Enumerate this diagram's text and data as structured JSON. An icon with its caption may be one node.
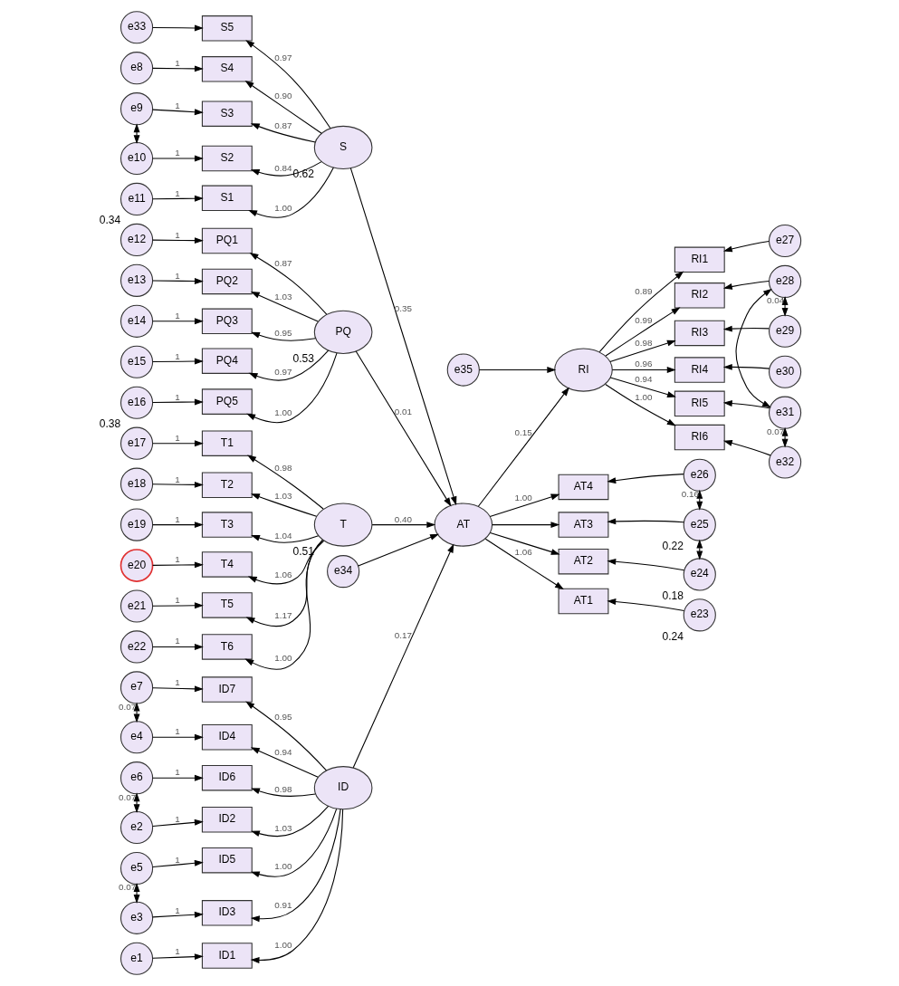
{
  "diagram": {
    "nodes": [
      {
        "text": [
          "ID"
        ]
      },
      {
        "text": [
          "ID7"
        ]
      },
      {
        "text": [
          "ID6"
        ]
      },
      {
        "text": [
          "ID5"
        ]
      },
      {
        "text": [
          "ID4"
        ]
      },
      {
        "text": [
          "ID3"
        ]
      },
      {
        "text": [
          "ID2"
        ]
      },
      {
        "text": [
          "ID1"
        ]
      },
      {
        "text": [
          "e7"
        ]
      },
      {
        "text": [
          "e6"
        ]
      },
      {
        "text": [
          "e5"
        ]
      },
      {
        "text": [
          "e4"
        ]
      },
      {
        "text": [
          "e3"
        ]
      },
      {
        "text": [
          "e2"
        ]
      },
      {
        "text": [
          "e1"
        ]
      },
      {
        "text": [
          "S"
        ],
        "beside": [
          "0.62"
        ]
      },
      {
        "text": [
          "S5"
        ]
      },
      {
        "text": [
          "S4"
        ]
      },
      {
        "text": [
          "S3"
        ]
      },
      {
        "text": [
          "S2"
        ]
      },
      {
        "text": [
          "S1"
        ]
      },
      {
        "text": [
          "e33"
        ]
      },
      {
        "text": [
          "e8"
        ]
      },
      {
        "text": [
          "e9"
        ]
      },
      {
        "text": [
          "e10"
        ]
      },
      {
        "text": [
          "e11"
        ],
        "beside": [
          "0.34"
        ]
      },
      {
        "text": [
          "PQ"
        ],
        "beside": [
          "0.53"
        ]
      },
      {
        "text": [
          "PQ1"
        ]
      },
      {
        "text": [
          "PQ2"
        ]
      },
      {
        "text": [
          "PQ3"
        ]
      },
      {
        "text": [
          "PQ4"
        ]
      },
      {
        "text": [
          "PQ5"
        ]
      },
      {
        "text": [
          "e12"
        ]
      },
      {
        "text": [
          "e13"
        ]
      },
      {
        "text": [
          "e14"
        ]
      },
      {
        "text": [
          "e15"
        ]
      },
      {
        "text": [
          "e16"
        ],
        "beside": [
          "0.38"
        ]
      },
      {
        "text": [
          "T"
        ],
        "beside": [
          "0.51"
        ]
      },
      {
        "text": [
          "T1"
        ]
      },
      {
        "text": [
          "T2"
        ]
      },
      {
        "text": [
          "T3"
        ]
      },
      {
        "text": [
          "T4"
        ]
      },
      {
        "text": [
          "T5"
        ]
      },
      {
        "text": [
          "T6"
        ]
      },
      {
        "text": [
          "e17"
        ]
      },
      {
        "text": [
          "e18"
        ]
      },
      {
        "text": [
          "e19"
        ]
      },
      {
        "text": [
          "e20"
        ]
      },
      {
        "text": [
          "e21"
        ]
      },
      {
        "text": [
          "e22"
        ]
      },
      {
        "text": [
          "AT"
        ]
      },
      {
        "text": [
          "AT4"
        ]
      },
      {
        "text": [
          "AT3"
        ]
      },
      {
        "text": [
          "AT2"
        ]
      },
      {
        "text": [
          "AT1"
        ]
      },
      {
        "text": [
          "e26"
        ]
      },
      {
        "text": [
          "e25"
        ],
        "beside": [
          "0.22"
        ]
      },
      {
        "text": [
          "e24"
        ],
        "beside": [
          "0.18"
        ]
      },
      {
        "text": [
          "e23"
        ],
        "beside": [
          "0.24"
        ]
      },
      {
        "text": [
          "e34"
        ]
      },
      {
        "text": [
          "RI"
        ]
      },
      {
        "text": [
          "e35"
        ]
      },
      {
        "text": [
          "RI1"
        ]
      },
      {
        "text": [
          "RI2"
        ]
      },
      {
        "text": [
          "RI3"
        ]
      },
      {
        "text": [
          "RI4"
        ]
      },
      {
        "text": [
          "RI5"
        ]
      },
      {
        "text": [
          "RI6"
        ]
      },
      {
        "text": [
          "e27"
        ]
      },
      {
        "text": [
          "e28"
        ]
      },
      {
        "text": [
          "e29"
        ]
      },
      {
        "text": [
          "e30"
        ]
      },
      {
        "text": [
          "e31"
        ]
      },
      {
        "text": [
          "e32"
        ]
      }
    ],
    "edges": [
      {
        "from": 0,
        "to": 1,
        "arrow": "to",
        "label": "0.95"
      },
      {
        "from": 0,
        "to": 2,
        "arrow": "to",
        "label": "0.98"
      },
      {
        "from": 0,
        "to": 3,
        "arrow": "to",
        "label": "1.00"
      },
      {
        "from": 0,
        "to": 4,
        "arrow": "to",
        "label": "0.94"
      },
      {
        "from": 0,
        "to": 5,
        "arrow": "to",
        "label": "0.91"
      },
      {
        "from": 0,
        "to": 6,
        "arrow": "to",
        "label": "1.03"
      },
      {
        "from": 0,
        "to": 7,
        "arrow": "to",
        "label": "1.00"
      },
      {
        "from": 8,
        "to": 1,
        "arrow": "to",
        "label": "1"
      },
      {
        "from": 9,
        "to": 2,
        "arrow": "to",
        "label": "1"
      },
      {
        "from": 10,
        "to": 3,
        "arrow": "to",
        "label": "1"
      },
      {
        "from": 11,
        "to": 4,
        "arrow": "to",
        "label": "1"
      },
      {
        "from": 12,
        "to": 5,
        "arrow": "to",
        "label": "1"
      },
      {
        "from": 13,
        "to": 6,
        "arrow": "to",
        "label": "1"
      },
      {
        "from": 14,
        "to": 7,
        "arrow": "to",
        "label": "1"
      },
      {
        "from": 8,
        "to": 11,
        "arrow": "both",
        "label": "0.07"
      },
      {
        "from": 9,
        "to": 13,
        "arrow": "both",
        "label": "0.07"
      },
      {
        "from": 10,
        "to": 12,
        "arrow": "both",
        "label": "0.07"
      },
      {
        "from": 15,
        "to": 16,
        "arrow": "to",
        "label": "0.97"
      },
      {
        "from": 15,
        "to": 17,
        "arrow": "to",
        "label": "0.90"
      },
      {
        "from": 15,
        "to": 18,
        "arrow": "to",
        "label": "0.87"
      },
      {
        "from": 15,
        "to": 19,
        "arrow": "to",
        "label": "0.84"
      },
      {
        "from": 15,
        "to": 20,
        "arrow": "to",
        "label": "1.00"
      },
      {
        "from": 21,
        "to": 16,
        "arrow": "to"
      },
      {
        "from": 22,
        "to": 17,
        "arrow": "to",
        "label": "1"
      },
      {
        "from": 23,
        "to": 18,
        "arrow": "to",
        "label": "1"
      },
      {
        "from": 24,
        "to": 19,
        "arrow": "to",
        "label": "1"
      },
      {
        "from": 25,
        "to": 20,
        "arrow": "to",
        "label": "1"
      },
      {
        "from": 23,
        "to": 24,
        "arrow": "both"
      },
      {
        "from": 26,
        "to": 27,
        "arrow": "to",
        "label": "0.87"
      },
      {
        "from": 26,
        "to": 28,
        "arrow": "to",
        "label": "1.03"
      },
      {
        "from": 26,
        "to": 29,
        "arrow": "to",
        "label": "0.95"
      },
      {
        "from": 26,
        "to": 30,
        "arrow": "to",
        "label": "0.97"
      },
      {
        "from": 26,
        "to": 31,
        "arrow": "to",
        "label": "1.00"
      },
      {
        "from": 32,
        "to": 27,
        "arrow": "to",
        "label": "1"
      },
      {
        "from": 33,
        "to": 28,
        "arrow": "to",
        "label": "1"
      },
      {
        "from": 34,
        "to": 29,
        "arrow": "to",
        "label": "1"
      },
      {
        "from": 35,
        "to": 30,
        "arrow": "to",
        "label": "1"
      },
      {
        "from": 36,
        "to": 31,
        "arrow": "to",
        "label": "1"
      },
      {
        "from": 37,
        "to": 38,
        "arrow": "to",
        "label": "0.98"
      },
      {
        "from": 37,
        "to": 39,
        "arrow": "to",
        "label": "1.03"
      },
      {
        "from": 37,
        "to": 40,
        "arrow": "to",
        "label": "1.04"
      },
      {
        "from": 37,
        "to": 41,
        "arrow": "to",
        "label": "1.06"
      },
      {
        "from": 37,
        "to": 42,
        "arrow": "to",
        "label": "1.17"
      },
      {
        "from": 37,
        "to": 43,
        "arrow": "to",
        "label": "1.00"
      },
      {
        "from": 44,
        "to": 38,
        "arrow": "to",
        "label": "1"
      },
      {
        "from": 45,
        "to": 39,
        "arrow": "to",
        "label": "1"
      },
      {
        "from": 46,
        "to": 40,
        "arrow": "to",
        "label": "1"
      },
      {
        "from": 47,
        "to": 41,
        "arrow": "to",
        "label": "1"
      },
      {
        "from": 48,
        "to": 42,
        "arrow": "to",
        "label": "1"
      },
      {
        "from": 49,
        "to": 43,
        "arrow": "to",
        "label": "1"
      },
      {
        "from": 0,
        "to": 50,
        "arrow": "to",
        "label": "0.17"
      },
      {
        "from": 15,
        "to": 50,
        "arrow": "to",
        "label": "0.35"
      },
      {
        "from": 26,
        "to": 50,
        "arrow": "to",
        "label": "0.01"
      },
      {
        "from": 37,
        "to": 50,
        "arrow": "to",
        "label": "0.40"
      },
      {
        "from": 50,
        "to": 51,
        "arrow": "to",
        "label": "1.00"
      },
      {
        "from": 50,
        "to": 52,
        "arrow": "to"
      },
      {
        "from": 50,
        "to": 53,
        "arrow": "to"
      },
      {
        "from": 50,
        "to": 54,
        "arrow": "to",
        "label": "1.06"
      },
      {
        "from": 55,
        "to": 51,
        "arrow": "to"
      },
      {
        "from": 56,
        "to": 52,
        "arrow": "to"
      },
      {
        "from": 57,
        "to": 53,
        "arrow": "to"
      },
      {
        "from": 58,
        "to": 54,
        "arrow": "to"
      },
      {
        "from": 55,
        "to": 56,
        "arrow": "both",
        "label": "0.16"
      },
      {
        "from": 56,
        "to": 57,
        "arrow": "both"
      },
      {
        "from": 59,
        "to": 50,
        "arrow": "to"
      },
      {
        "from": 50,
        "to": 60,
        "arrow": "to",
        "label": "0.15"
      },
      {
        "from": 61,
        "to": 60,
        "arrow": "to"
      },
      {
        "from": 60,
        "to": 62,
        "arrow": "to",
        "label": "0.89"
      },
      {
        "from": 60,
        "to": 63,
        "arrow": "to",
        "label": "0.99"
      },
      {
        "from": 60,
        "to": 64,
        "arrow": "to",
        "label": "0.98"
      },
      {
        "from": 60,
        "to": 65,
        "arrow": "to",
        "label": "0.96"
      },
      {
        "from": 60,
        "to": 66,
        "arrow": "to",
        "label": "0.94"
      },
      {
        "from": 60,
        "to": 67,
        "arrow": "to",
        "label": "1.00"
      },
      {
        "from": 68,
        "to": 62,
        "arrow": "to"
      },
      {
        "from": 69,
        "to": 63,
        "arrow": "to"
      },
      {
        "from": 70,
        "to": 64,
        "arrow": "to"
      },
      {
        "from": 71,
        "to": 65,
        "arrow": "to"
      },
      {
        "from": 72,
        "to": 66,
        "arrow": "to"
      },
      {
        "from": 73,
        "to": 67,
        "arrow": "to"
      },
      {
        "from": 69,
        "to": 70,
        "arrow": "both",
        "label": "0.04"
      },
      {
        "from": 72,
        "to": 73,
        "arrow": "both",
        "label": "0.07"
      },
      {
        "from": 69,
        "to": 72,
        "arrow": "both"
      }
    ]
  }
}
